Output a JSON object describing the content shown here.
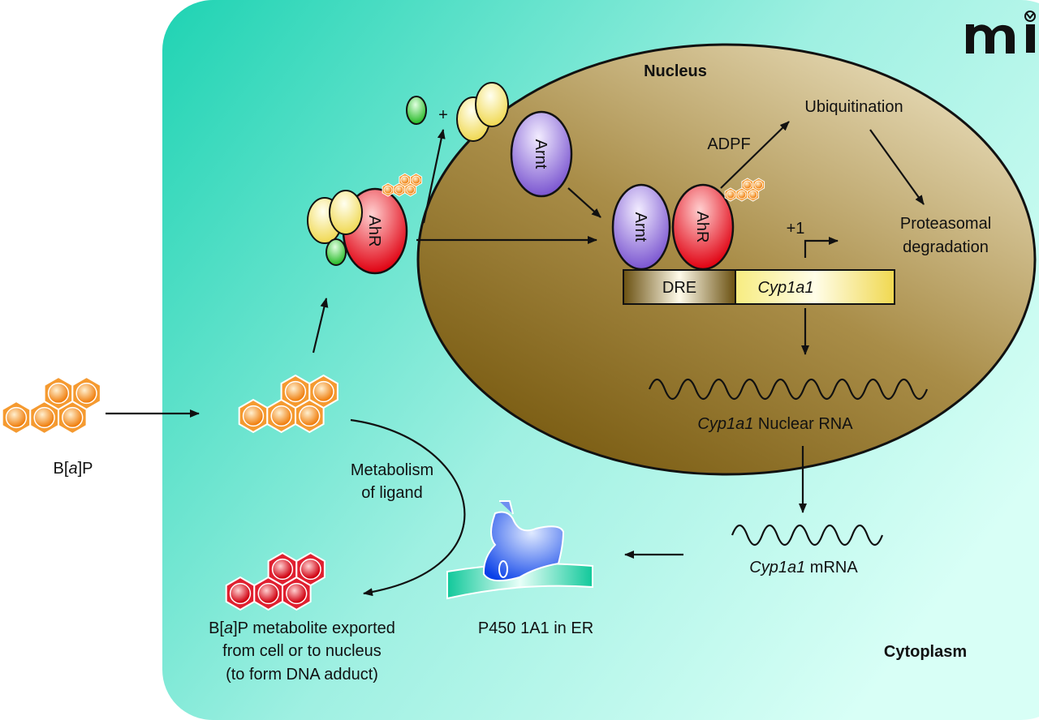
{
  "labels": {
    "nucleus": "Nucleus",
    "cytoplasm": "Cytoplasm",
    "ubiquitination": "Ubiquitination",
    "adpf": "ADPF",
    "proteasomal_1": "Proteasomal",
    "proteasomal_2": "degradation",
    "plus_one": "+1",
    "plus": "+",
    "dre": "DRE",
    "cyp1a1_gene": "Cyp1a1",
    "nuclear_rna_italic": "Cyp1a1",
    "nuclear_rna_rest": " Nuclear RNA",
    "mrna_italic": "Cyp1a1",
    "mrna_rest": " mRNA",
    "p450": "P450 1A1 in ER",
    "metabolism_1": "Metabolism",
    "metabolism_2": "of ligand",
    "bap_pre": "B[",
    "bap_a": "a",
    "bap_post": "]P",
    "export_1_pre": "B[",
    "export_1_a": "a",
    "export_1_post": "]P metabolite exported",
    "export_2": "from cell or to nucleus",
    "export_3": "(to form DNA adduct)",
    "arnt_free": "Arnt",
    "arnt_bound": "Arnt",
    "ahr_cyto": "AhR",
    "ahr_bound": "AhR"
  },
  "logo": "mi",
  "colors": {
    "cell": "#3ad9bd",
    "nucleus": "#9a7d35",
    "arnt": "#8a6ad8",
    "ahr": "#e01818",
    "hsp90": "#f5e270",
    "cochaperone": "#40c840",
    "bap": "#f08a20",
    "metabolite": "#d81820",
    "p450": "#2255e8",
    "er": "#20c8a0"
  }
}
